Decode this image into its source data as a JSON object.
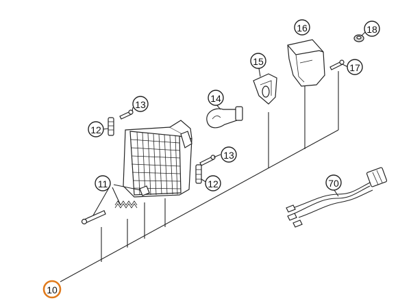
{
  "diagram": {
    "callouts": [
      {
        "id": "c10",
        "label": "10",
        "highlight": true
      },
      {
        "id": "c11",
        "label": "11"
      },
      {
        "id": "c12a",
        "label": "12"
      },
      {
        "id": "c12b",
        "label": "12"
      },
      {
        "id": "c13a",
        "label": "13"
      },
      {
        "id": "c13b",
        "label": "13"
      },
      {
        "id": "c14",
        "label": "14"
      },
      {
        "id": "c15",
        "label": "15"
      },
      {
        "id": "c16",
        "label": "16"
      },
      {
        "id": "c17",
        "label": "17"
      },
      {
        "id": "c18",
        "label": "18"
      },
      {
        "id": "c70",
        "label": "70"
      }
    ],
    "colors": {
      "line": "#222222",
      "highlight": "#e07a1c",
      "background": "#ffffff"
    }
  }
}
